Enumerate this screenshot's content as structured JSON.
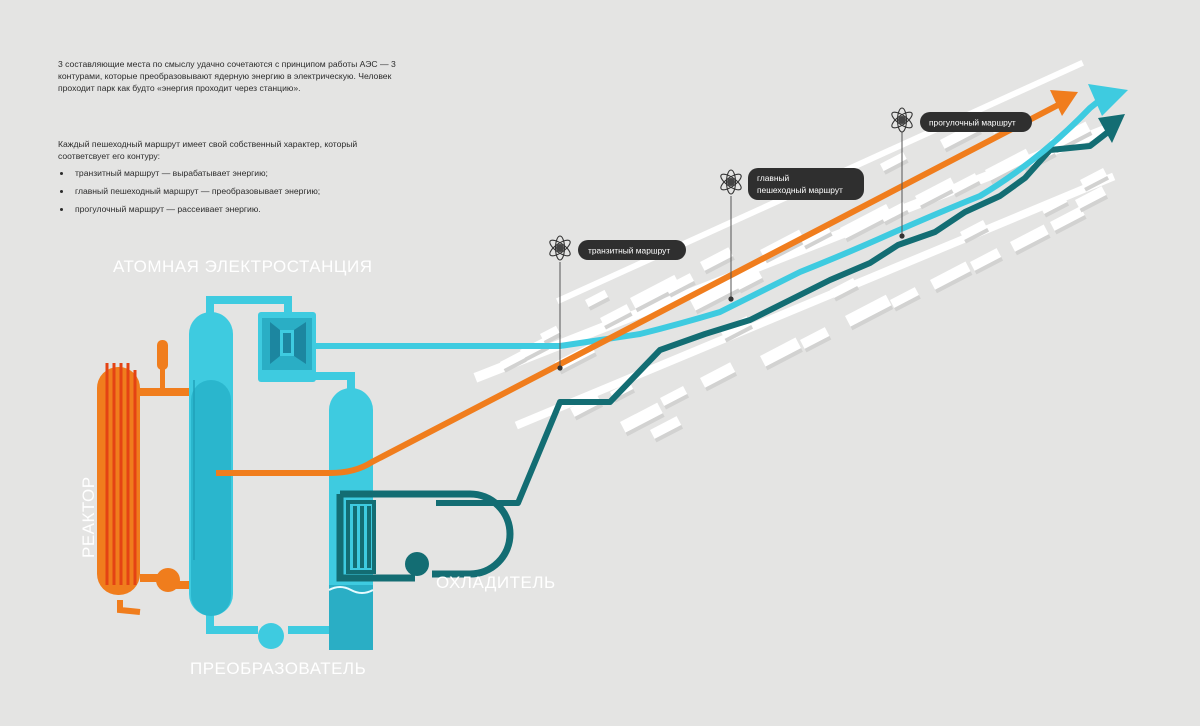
{
  "intro": {
    "paragraph1": "3 составляющие места по смыслу удачно сочетаются с принципом работы АЭС — 3 контурами, которые преобразовывают ядерную энергию в электрическую. Человек проходит парк как будто «энергия проходит через станцию».",
    "paragraph2": "Каждый пешеходный маршрут имеет свой собственный характер, который соответсвует его контуру:",
    "bullets": [
      "транзитный маршрут — вырабатывает энергию;",
      "главный пешеходный маршрут — преобразовывает энергию;",
      "прогулочный маршрут — рассеивает энергию."
    ]
  },
  "labels": {
    "station": "АТОМНАЯ ЭЛЕКТРОСТАНЦИЯ",
    "reactor": "РЕАКТОР",
    "converter": "ПРЕОБРАЗОВАТЕЛЬ",
    "cooler": "ОХЛАДИТЕЛЬ"
  },
  "routes": {
    "transit": "транзитный маршрут",
    "main_line1": "главный",
    "main_line2": "пешеходный маршрут",
    "walking": "прогулочный маршрут"
  },
  "colors": {
    "orange": "#f07d1d",
    "light_blue": "#3ecbe0",
    "teal": "#136d73",
    "background": "#e4e4e3",
    "tag_dark": "#2f2f2f"
  },
  "icons": {
    "route_marker": "atom-icon"
  }
}
